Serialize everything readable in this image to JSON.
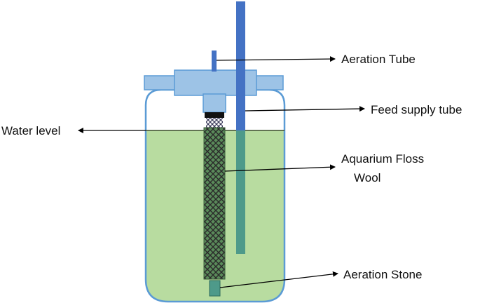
{
  "labels": {
    "aeration_tube": "Aeration Tube",
    "feed_supply_tube": "Feed supply tube",
    "water_level": "Water level",
    "floss_line1": "Aquarium Floss",
    "floss_line2": "Wool",
    "aeration_stone": "Aeration Stone"
  },
  "colors": {
    "water": "#b8dca0",
    "container_outline": "#5b9bd5",
    "lid": "#9dc3e6",
    "tube": "#4472c4",
    "submerged_tube": "#4e9a8a",
    "stone": "#4e9a8a",
    "arrow": "#000000"
  }
}
